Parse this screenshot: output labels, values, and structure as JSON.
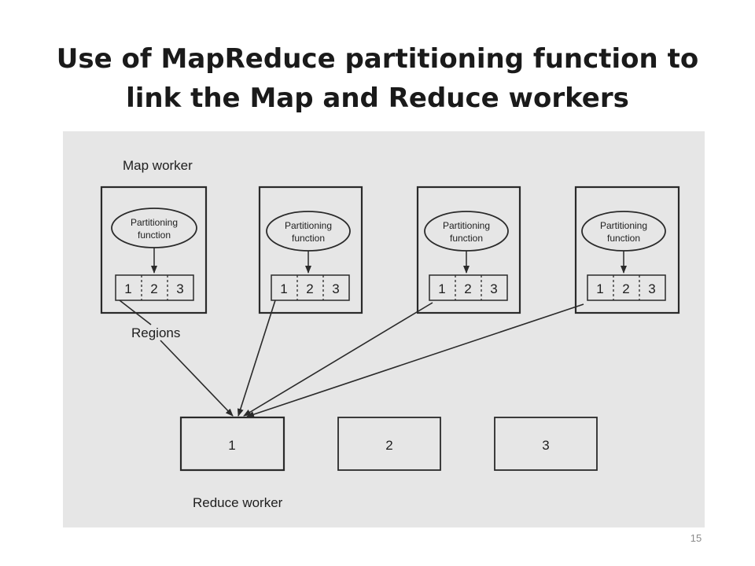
{
  "slide": {
    "title_line1": "Use of MapReduce partitioning function to",
    "title_line2": "link the Map and Reduce workers",
    "page_number": "15"
  },
  "diagram": {
    "map_worker_label": "Map worker",
    "regions_label": "Regions",
    "reduce_worker_label": "Reduce worker",
    "map_workers": [
      {
        "function_line1": "Partitioning",
        "function_line2": "function",
        "regions": [
          "1",
          "2",
          "3"
        ]
      },
      {
        "function_line1": "Partitioning",
        "function_line2": "function",
        "regions": [
          "1",
          "2",
          "3"
        ]
      },
      {
        "function_line1": "Partitioning",
        "function_line2": "function",
        "regions": [
          "1",
          "2",
          "3"
        ]
      },
      {
        "function_line1": "Partitioning",
        "function_line2": "function",
        "regions": [
          "1",
          "2",
          "3"
        ]
      }
    ],
    "reduce_workers": [
      {
        "label": "1"
      },
      {
        "label": "2"
      },
      {
        "label": "3"
      }
    ],
    "colors": {
      "panel_background": "#e6e6e6",
      "stroke": "#2a2a2a"
    }
  }
}
